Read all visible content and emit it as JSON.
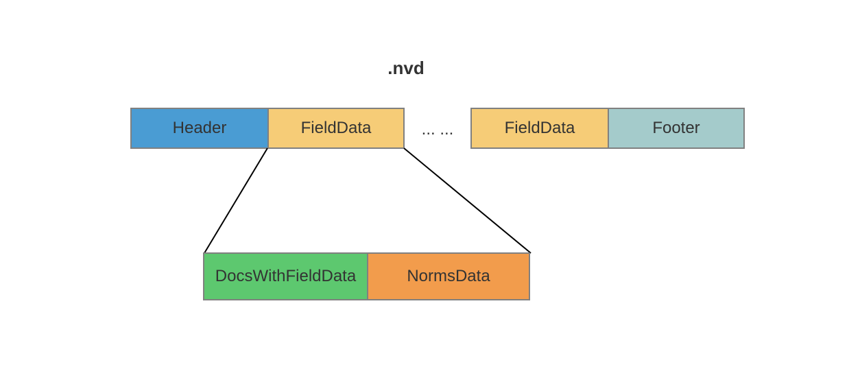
{
  "title": ".nvd",
  "top_row": [
    {
      "label": "Header",
      "color": "#4a9cd3"
    },
    {
      "label": "FieldData",
      "color": "#f6cc77"
    },
    {
      "label": "FieldData",
      "color": "#f6cc77"
    },
    {
      "label": "Footer",
      "color": "#a4cbcb"
    }
  ],
  "ellipsis": "... ...",
  "bottom_row": [
    {
      "label": "DocsWithFieldData",
      "color": "#5dc86f"
    },
    {
      "label": "NormsData",
      "color": "#f29c4c"
    }
  ]
}
